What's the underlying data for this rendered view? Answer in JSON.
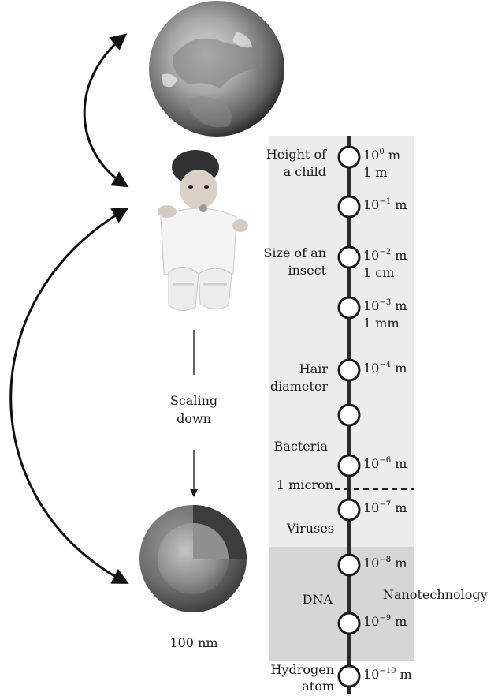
{
  "diagram": {
    "scale_markers": [
      {
        "exponent": "0",
        "unit": "m",
        "alt": "1 m"
      },
      {
        "exponent": "−1",
        "unit": "m",
        "alt": ""
      },
      {
        "exponent": "−2",
        "unit": "m",
        "alt": "1 cm"
      },
      {
        "exponent": "−3",
        "unit": "m",
        "alt": "1 mm"
      },
      {
        "exponent": "−4",
        "unit": "m",
        "alt": ""
      },
      {
        "exponent": "",
        "unit": "",
        "alt": ""
      },
      {
        "exponent": "−6",
        "unit": "m",
        "alt": ""
      },
      {
        "exponent": "−7",
        "unit": "m",
        "alt": ""
      },
      {
        "exponent": "−8",
        "unit": "m",
        "alt": ""
      },
      {
        "exponent": "−9",
        "unit": "m",
        "alt": ""
      },
      {
        "exponent": "−10",
        "unit": "m",
        "alt": ""
      }
    ],
    "base": "10",
    "labels": {
      "child_1": "Height of",
      "child_2": "a child",
      "insect_1": "Size of an",
      "insect_2": "insect",
      "hair_1": "Hair",
      "hair_2": "diameter",
      "bacteria": "Bacteria",
      "micron": "1 micron",
      "viruses": "Viruses",
      "dna": "DNA",
      "nanotech": "Nanotechnology",
      "hydrogen_1": "Hydrogen",
      "hydrogen_2": "atom",
      "scaling_1": "Scaling",
      "scaling_2": "down",
      "sphere_size": "100 nm"
    },
    "colors": {
      "upper_band": "#ececec",
      "nano_band": "#d6d6d6",
      "axis": "#2b2b2b"
    }
  }
}
